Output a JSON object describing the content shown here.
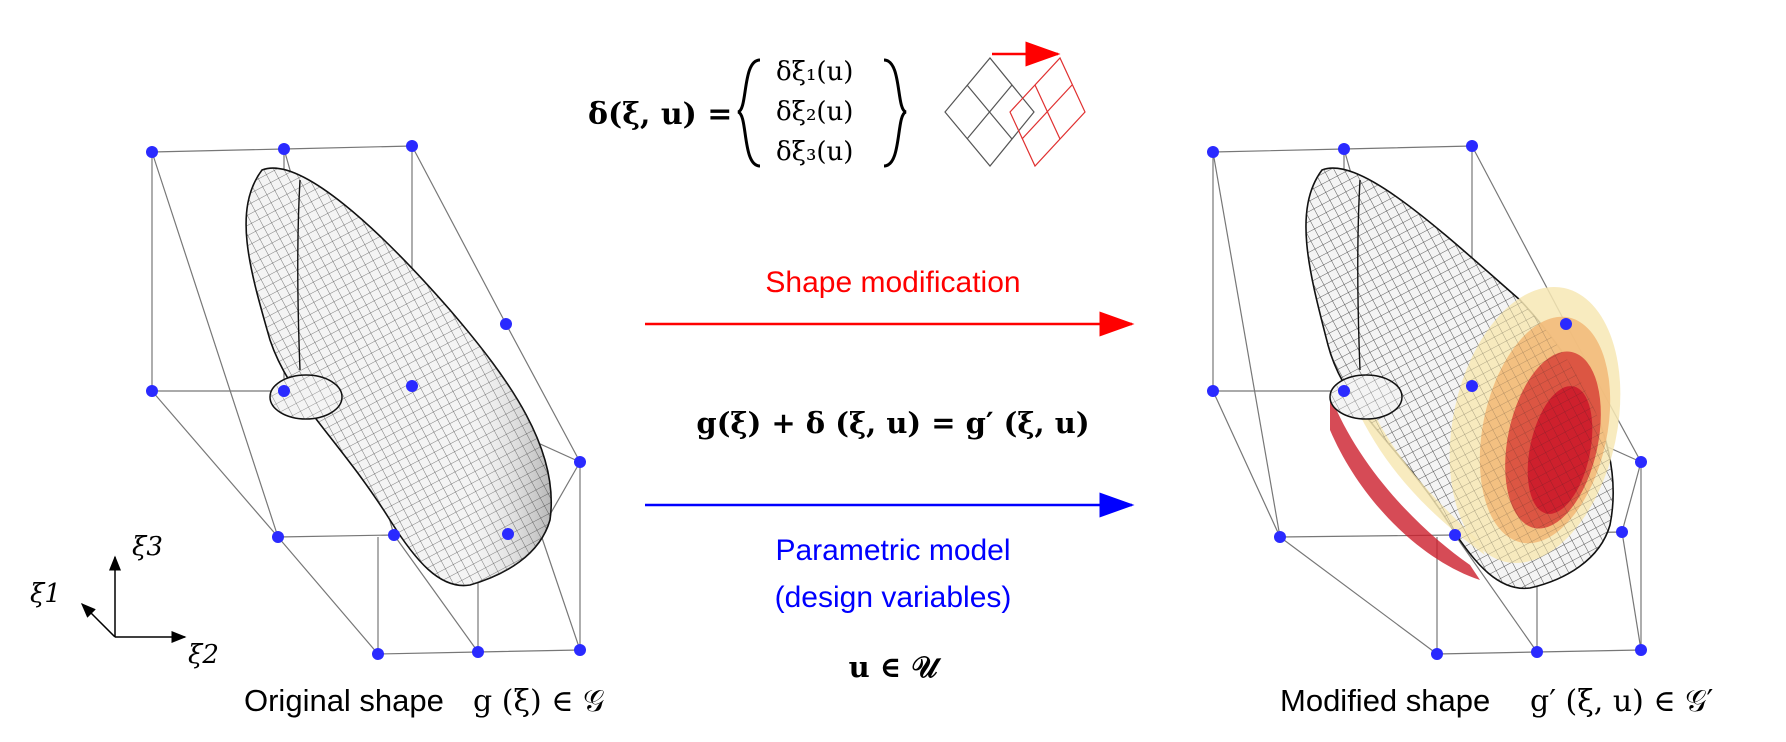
{
  "diagram": {
    "delta_lhs": "δ(ξ, u) =",
    "delta_components": [
      "δξ₁(u)",
      "δξ₂(u)",
      "δξ₃(u)"
    ],
    "modification_label": "Shape modification",
    "equation": "g(ξ) + δ (ξ, u) = g′ (ξ, u)",
    "parametric_label_line1": "Parametric model",
    "parametric_label_line2": "(design variables)",
    "u_in_U": "u ∈ 𝒰",
    "original_caption_text": "Original shape",
    "original_caption_math": "g (ξ) ∈ 𝒢",
    "modified_caption_text": "Modified shape",
    "modified_caption_math": "g′ (ξ, u) ∈ 𝒢′",
    "axes": {
      "xi1": "ξ1",
      "xi2": "ξ2",
      "xi3": "ξ3"
    },
    "colors": {
      "modification_arrow": "#ff0000",
      "parametric_arrow": "#0000ff",
      "control_point": "#2a2aff",
      "lattice_line": "#777777",
      "shape_red": "#cc1e2c",
      "shape_cream": "#f7e8b4"
    }
  }
}
